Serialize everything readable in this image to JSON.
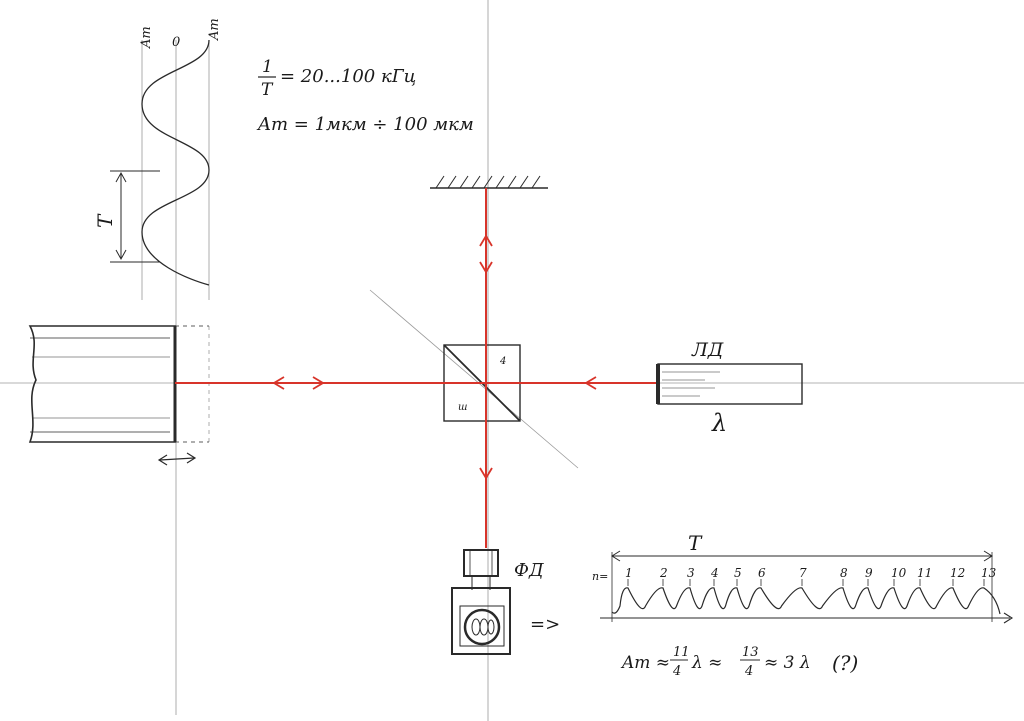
{
  "diagram": {
    "formula_freq": "= 20...100 кГц",
    "formula_freq_num": "1",
    "formula_freq_den": "T",
    "formula_amp": "Am = 1мкм ÷ 100 мкм",
    "osc_axis_left": "Am",
    "osc_axis_zero": "0",
    "osc_axis_right": "Am",
    "period_label_osc": "T",
    "laser_label": "ЛД",
    "wavelength_label": "λ",
    "detector_label": "ФД",
    "implies_arrow": "=>",
    "signal_period_label": "T",
    "signal_n_label": "n=",
    "fringe_numbers": [
      "1",
      "2",
      "3",
      "4",
      "5",
      "6",
      "7",
      "8",
      "9",
      "10",
      "11",
      "12",
      "13"
    ],
    "cube_mark_top": "4",
    "cube_mark_bottom": "ш",
    "estimate_prefix": "Am ≈",
    "estimate_frac1_num": "11",
    "estimate_frac1_den": "4",
    "estimate_mid": "λ  ≈",
    "estimate_frac2_num": "13",
    "estimate_frac2_den": "4",
    "estimate_tail": "≈ 3 λ",
    "estimate_question": "(?)"
  },
  "colors": {
    "beam": "#d8342a",
    "pencil": "#2a2a2a"
  }
}
